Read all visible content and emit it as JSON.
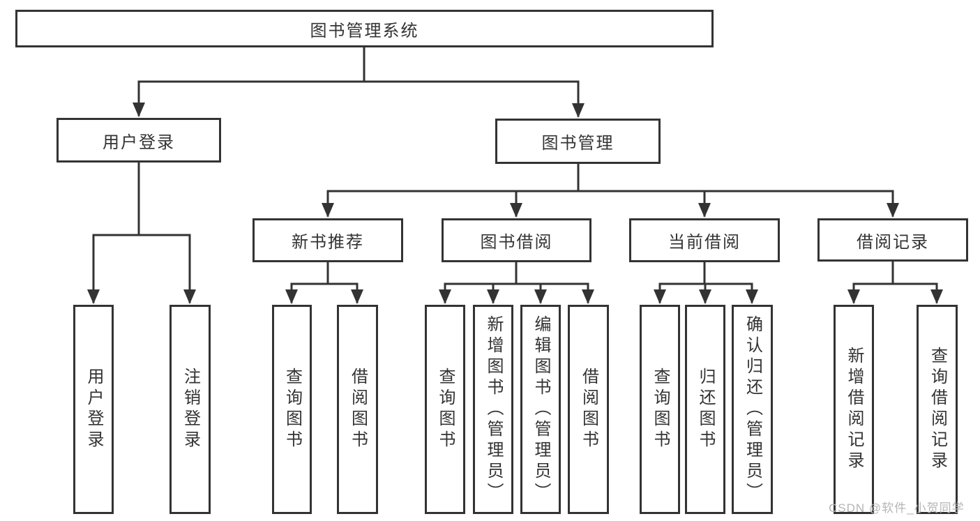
{
  "diagram": {
    "root": {
      "label": "图书管理系统"
    },
    "level2": [
      {
        "label": "用户登录",
        "children": [
          {
            "label": "用户登录"
          },
          {
            "label": "注销登录"
          }
        ]
      },
      {
        "label": "图书管理"
      }
    ],
    "level3": [
      {
        "label": "新书推荐",
        "children": [
          {
            "label": "查询图书"
          },
          {
            "label": "借阅图书"
          }
        ]
      },
      {
        "label": "图书借阅",
        "children": [
          {
            "label": "查询图书"
          },
          {
            "label": "新增图书（管理员）"
          },
          {
            "label": "编辑图书（管理员）"
          },
          {
            "label": "借阅图书"
          }
        ]
      },
      {
        "label": "当前借阅",
        "children": [
          {
            "label": "查询图书"
          },
          {
            "label": "归还图书"
          },
          {
            "label": "确认归还（管理员）"
          }
        ]
      },
      {
        "label": "借阅记录",
        "children": [
          {
            "label": "新增借阅记录"
          },
          {
            "label": "查询借阅记录"
          }
        ]
      }
    ],
    "colors": {
      "line": "#333333",
      "text": "#333333",
      "background": "#ffffff"
    }
  },
  "watermark": {
    "text": "CSDN @软件_小贺同学",
    "color": "#b5b5b5"
  }
}
